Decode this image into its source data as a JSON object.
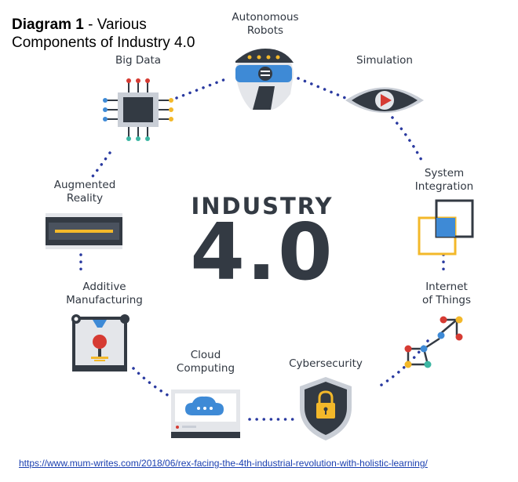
{
  "caption": {
    "bold": "Diagram 1",
    "rest_line1": " - Various",
    "line2": "Components of Industry 4.0"
  },
  "center": {
    "line1": "INDUSTRY",
    "line2": "4.0"
  },
  "components": {
    "autonomous_robots": [
      "Autonomous",
      "Robots"
    ],
    "simulation": [
      "Simulation"
    ],
    "system_integration": [
      "System",
      "Integration"
    ],
    "internet_of_things": [
      "Internet",
      "of Things"
    ],
    "cybersecurity": [
      "Cybersecurity"
    ],
    "cloud_computing": [
      "Cloud",
      "Computing"
    ],
    "additive_manufacturing": [
      "Additive",
      "Manufacturing"
    ],
    "augmented_reality": [
      "Augmented",
      "Reality"
    ],
    "big_data": [
      "Big Data"
    ]
  },
  "source_link": "https://www.mum-writes.com/2018/06/rex-facing-the-4th-industrial-revolution-with-holistic-learning/",
  "colors": {
    "dark": "#333a43",
    "dots": "#2a3aa0",
    "yellow": "#f3b82a",
    "red": "#d63b33",
    "blue": "#3e8ad6",
    "teal": "#3cb6a3"
  }
}
